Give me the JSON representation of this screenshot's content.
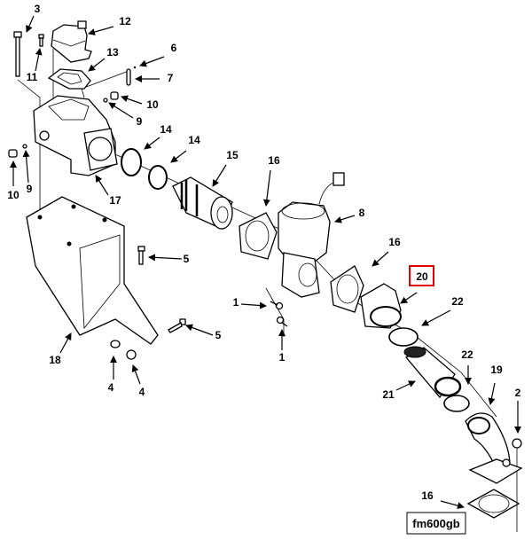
{
  "diagram": {
    "callouts": [
      "3",
      "12",
      "11",
      "13",
      "6",
      "7",
      "10",
      "9",
      "10",
      "9",
      "14",
      "14",
      "15",
      "17",
      "16",
      "8",
      "16",
      "20",
      "22",
      "22",
      "19",
      "21",
      "2",
      "16",
      "5",
      "5",
      "1",
      "1",
      "18",
      "4",
      "4"
    ],
    "highlighted_callout": "20",
    "highlight_color": "#e00000",
    "figure_code": "fm600gb"
  }
}
